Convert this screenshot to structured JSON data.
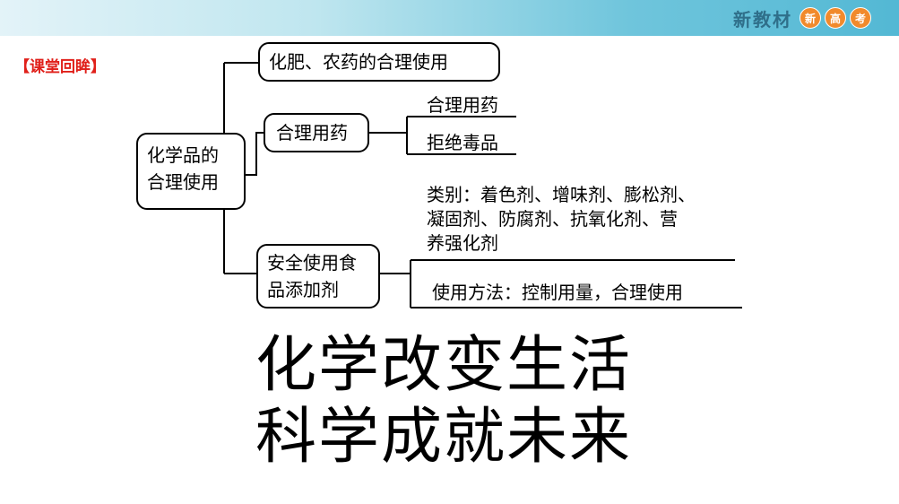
{
  "header": {
    "logo_text": "新教材",
    "badges": [
      "新",
      "高",
      "考"
    ],
    "accent_color": "#53b8d4",
    "badge_color": "#f18a2c"
  },
  "section_tag": "【课堂回眸】",
  "mindmap": {
    "root": [
      "化学品的",
      "合理使用"
    ],
    "branch_fertilizer": "化肥、农药的合理使用",
    "branch_drugs": "合理用药",
    "drugs_leaves": [
      "合理用药",
      "拒绝毒品"
    ],
    "branch_additives": [
      "安全使用食",
      "品添加剂"
    ],
    "additives_category": [
      "类别：着色剂、增味剂、膨松剂、",
      "凝固剂、防腐剂、抗氧化剂、营",
      "养强化剂"
    ],
    "additives_method": "使用方法：控制用量，合理使用"
  },
  "slogan": [
    "化学改变生活",
    "科学成就未来"
  ]
}
